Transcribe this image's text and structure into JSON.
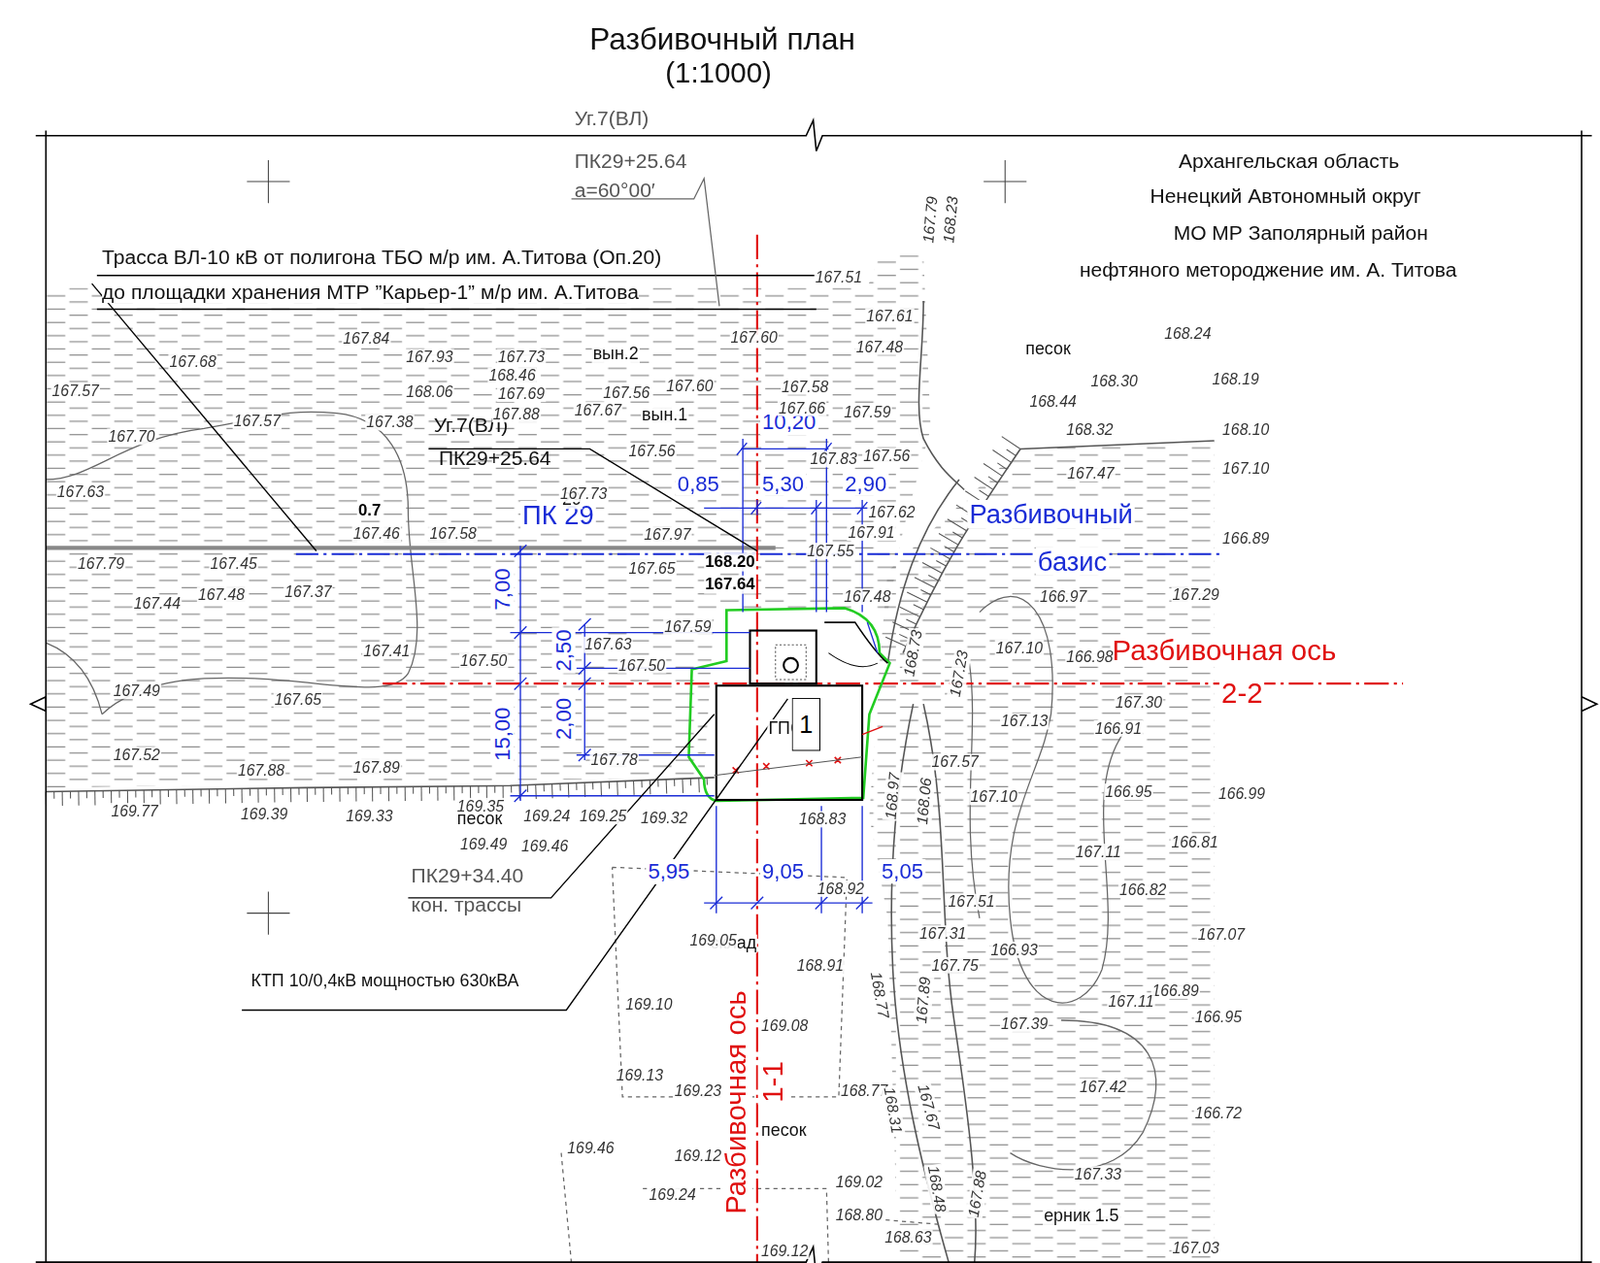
{
  "diagram": {
    "title": "Разбивочный план",
    "nodes": [
      {
        "text": [
          "1"
        ]
      }
    ],
    "labels": [
      "(1:1000)",
      "Архангельская область",
      "Ненецкий Автономный округ",
      "МО МР Заполярный район",
      "нефтяного метороджение им. А. Титова",
      "Уг.7(ВЛ)",
      "ПК29+25.64",
      "а=60°00′",
      "Трасса ВЛ-10 кВ от полигона ТБО м/р им. А.Титова (Оп.20)",
      "до площадки хранения МТР ”Карьер-1” м/р им. А.Титова",
      "Уг.7(ВЛ)",
      "ПК29+25.64",
      "ПК29+34.40",
      "кон. трассы",
      "КТП 10/0,4кВ мощностью 630кВА",
      "10,20",
      "0,85",
      "5,30",
      "2,90",
      "ПК 29",
      "Разбивочный",
      "базис",
      "7,00",
      "2,50",
      "15,00",
      "2,00",
      "5,95",
      "9,05",
      "5,05",
      "Разбивочная ось",
      "2-2",
      "Разбивочная ось",
      "1-1",
      "вын.2",
      "вын.1",
      "песок",
      "песок",
      "песок",
      "склад",
      "ерник 1.5",
      "29",
      "0.7",
      "168.20",
      "167.64",
      "ГПС",
      "167.68",
      "167.57",
      "167.70",
      "167.63",
      "167.79",
      "167.44",
      "167.49",
      "167.52",
      "169.77",
      "169.39",
      "169.33",
      "167.88",
      "167.89",
      "167.65",
      "167.48",
      "167.37",
      "167.45",
      "167.57",
      "167.38",
      "167.46",
      "167.58",
      "167.41",
      "167.50",
      "167.84",
      "167.93",
      "168.06",
      "168.46",
      "167.73",
      "167.69",
      "167.88",
      "167.56",
      "167.67",
      "167.60",
      "167.56",
      "167.73",
      "167.97",
      "167.65",
      "167.59",
      "167.63",
      "167.50",
      "167.78",
      "169.35",
      "169.49",
      "169.24",
      "169.46",
      "169.25",
      "169.32",
      "167.51",
      "167.61",
      "167.60",
      "167.48",
      "167.58",
      "167.66",
      "167.59",
      "167.56",
      "167.83",
      "167.62",
      "167.91",
      "167.55",
      "167.48",
      "168.24",
      "168.19",
      "168.30",
      "168.44",
      "168.32",
      "168.10",
      "167.47",
      "167.10",
      "166.89",
      "167.29",
      "166.97",
      "167.10",
      "166.98",
      "167.30",
      "166.91",
      "167.13",
      "167.57",
      "167.10",
      "166.95",
      "166.99",
      "167.11",
      "166.81",
      "167.51",
      "166.82",
      "167.31",
      "166.93",
      "167.07",
      "167.75",
      "166.89",
      "167.11",
      "166.95",
      "167.39",
      "167.42",
      "166.72",
      "167.33",
      "167.03",
      "168.83",
      "168.92",
      "169.05",
      "168.91",
      "169.10",
      "169.08",
      "169.13",
      "169.23",
      "168.77",
      "169.46",
      "169.12",
      "169.24",
      "169.02",
      "168.80",
      "168.63",
      "169.12",
      "167.79",
      "168.23",
      "168.73",
      "167.23",
      "168.97",
      "168.06",
      "168.77",
      "167.89",
      "168.31",
      "167.67",
      "168.48",
      "167.88"
    ]
  }
}
